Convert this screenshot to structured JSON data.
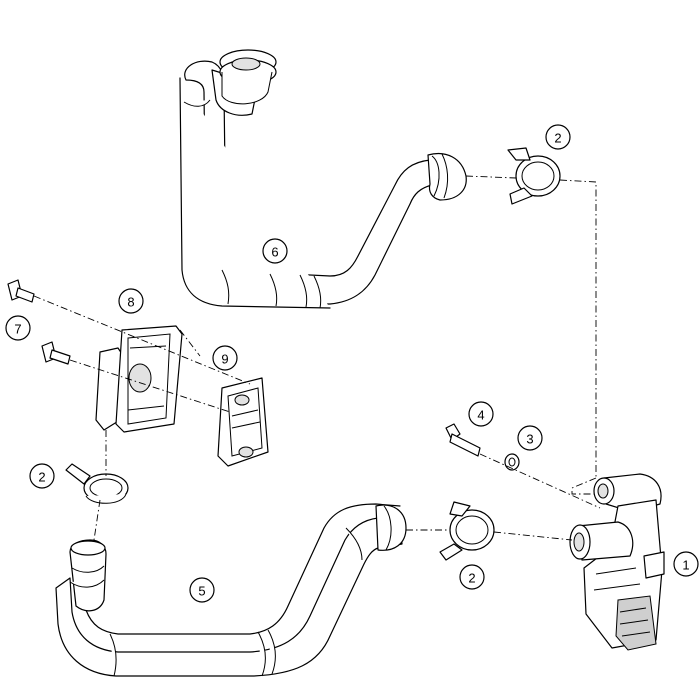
{
  "callouts": {
    "c1": "1",
    "c2a": "2",
    "c2b": "2",
    "c2c": "2",
    "c3": "3",
    "c4": "4",
    "c5": "5",
    "c6": "6",
    "c7": "7",
    "c8": "8",
    "c9": "9"
  }
}
